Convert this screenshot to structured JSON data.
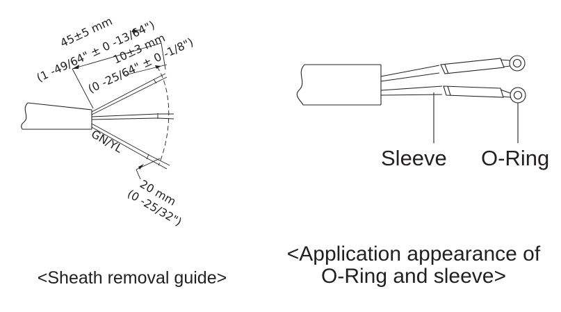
{
  "left_diagram": {
    "dim_overall": "45±5 mm",
    "dim_overall_imperial": "(1 -49/64\" ± 0 -13/64\")",
    "dim_strip": "10±3 mm",
    "dim_strip_imperial": "(0 -25/64\" ± 0 -1/8\")",
    "ground_label": "GN/YL",
    "dim_ground": "20 mm",
    "dim_ground_imperial": "(0 -25/32\")",
    "caption": "<Sheath removal guide>"
  },
  "right_diagram": {
    "sleeve_label": "Sleeve",
    "oring_label": "O-Ring",
    "caption_line1": "<Application appearance of",
    "caption_line2": "O-Ring and sleeve>"
  }
}
